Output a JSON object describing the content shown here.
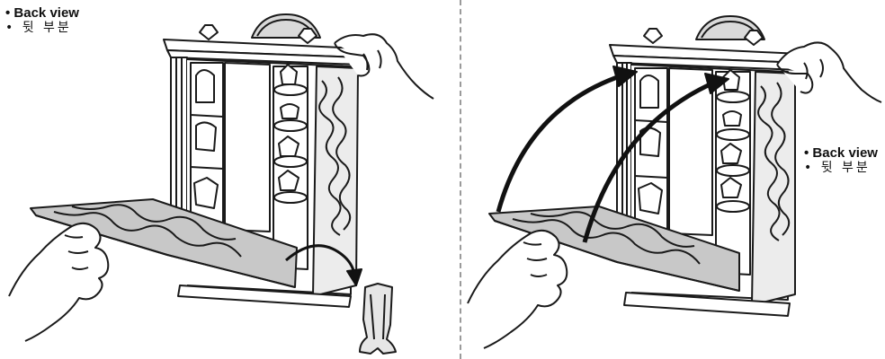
{
  "left_panel": {
    "label_en": "• Back view",
    "label_ko": "• 뒷 부분"
  },
  "right_panel": {
    "label_en": "• Back view",
    "label_ko": "• 뒷 부분"
  },
  "colors": {
    "line": "#1a1a1a",
    "fill": "#ffffff",
    "shade": "#d9d9d9",
    "arrow": "#111111",
    "divider": "#9a9a9a"
  }
}
